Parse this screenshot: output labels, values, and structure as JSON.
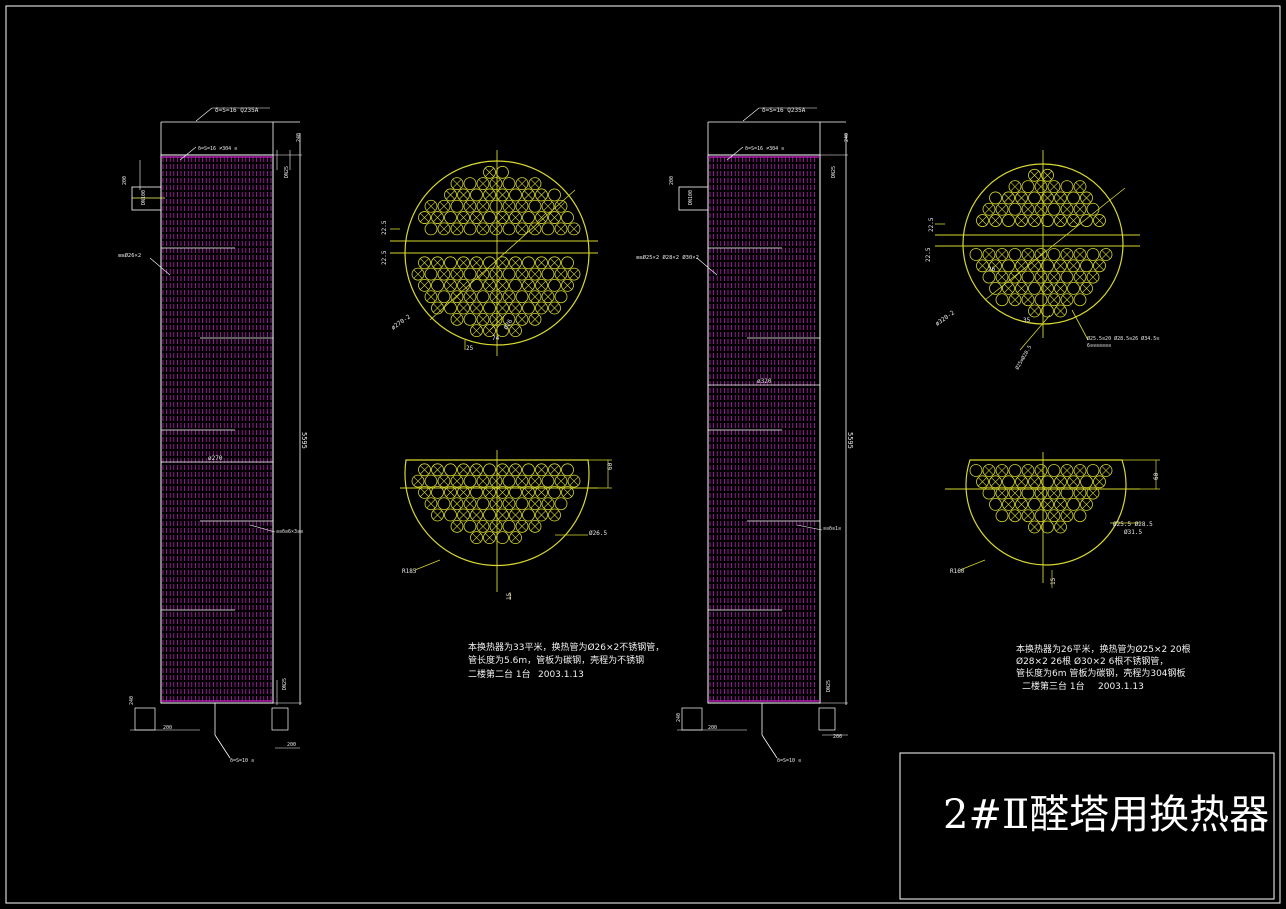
{
  "colors": {
    "background": "#000000",
    "frame": "#ffffff",
    "tubes": "#d020d0",
    "tubesheet": "#d8d830",
    "dimension_text": "#e8e8e8"
  },
  "left_exchanger": {
    "top_note": "δ=S=16  Q235A",
    "sheet_note": "δ=S=16 ≠304 ≡",
    "shell_note": "≡≡Ø26×2",
    "diameter_label": "ø270",
    "length_label": "5595",
    "side_note": "≡≡δ≡6×3≡≡",
    "bottom_note": "δ=S=10 ≡",
    "dims_top": [
      "240",
      "200",
      "DN25"
    ],
    "dims_bottom": [
      "240",
      "200",
      "200",
      "DN25"
    ],
    "nozzle_label": "DN100"
  },
  "right_exchanger": {
    "top_note": "δ=S=16  Q235A",
    "sheet_note": "δ=S=16 ≠304 ≡",
    "shell_note": "≡≡Ø25×2  Ø28×2\nØ30×2",
    "diameter_label": "ø320",
    "length_label": "5595",
    "side_note": "≡≡δ≡1≡",
    "bottom_note": "δ=S=10 ≡",
    "dims_top": [
      "240",
      "200",
      "DN25"
    ],
    "dims_bottom": [
      "240",
      "200",
      "200",
      "DN25"
    ],
    "nozzle_label": "DN100"
  },
  "left_tube_sheet": {
    "pitch_dims": [
      "22.5",
      "22.5"
    ],
    "diameter_label": "ø270-2",
    "bottom_dims": [
      "25",
      "74"
    ],
    "hole_label": "Ø26"
  },
  "left_baffle": {
    "height_dim": "60",
    "hole_label": "Ø26.5",
    "radius_label": "R185",
    "bottom_dim": "15"
  },
  "right_tube_sheet": {
    "pitch_dims": [
      "22.5",
      "22.5"
    ],
    "diameter_label": "ø320-2",
    "bottom_dim": "35",
    "center_dim": "26",
    "hole_note_1": "Ø25.5≡20 Ø28.5≡26 Ø34.5≡",
    "hole_note_2": "6≡≡≡≡≡≡≡",
    "hole_note_3": "Ø25≡Ø28.5"
  },
  "right_baffle": {
    "height_dim": "60",
    "hole_label_1": "Ø25.5 Ø28.5",
    "hole_label_2": "Ø31.5",
    "radius_label": "R160",
    "bottom_dim": "15"
  },
  "left_notes": {
    "line1": "本换热器为33平米，换热管为Ø26×2不锈钢管，",
    "line2": "管长度为5.6m，管板为碳钢，壳程为不锈钢",
    "line3": "二楼第二台  1台",
    "date": "2003.1.13"
  },
  "right_notes": {
    "line1": "本换热器为26平米，换热管为Ø25×2  20根",
    "line2": "Ø28×2  26根  Ø30×2  6根不锈钢管，",
    "line3": "管长度为6m 管板为碳钢，壳程为304钢板",
    "line4": "二楼第三台  1台",
    "date": "2003.1.13"
  },
  "title_block": {
    "title": "2#Ⅱ醛塔用换热器"
  }
}
